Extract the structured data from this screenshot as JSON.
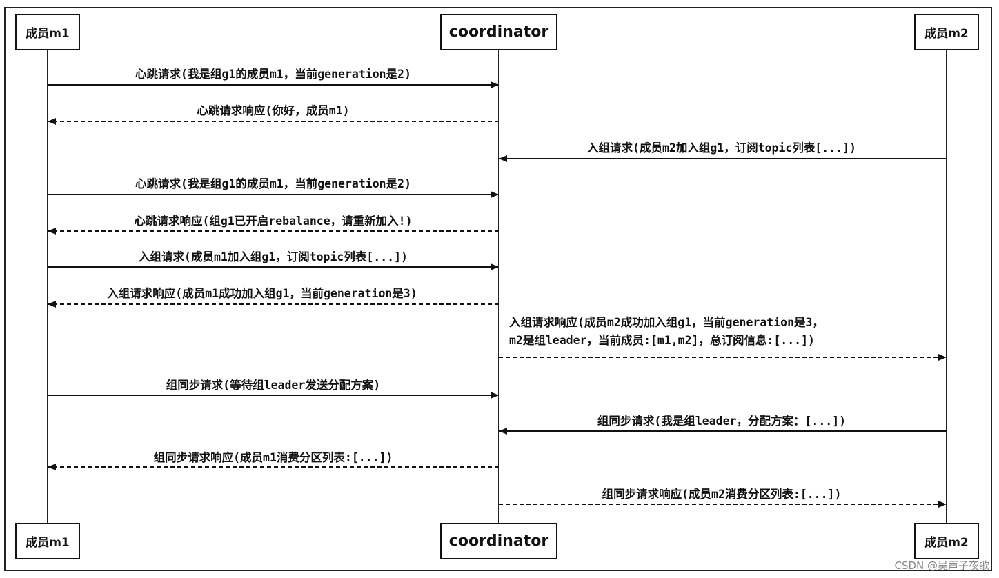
{
  "participants": {
    "m1": "成员m1",
    "coordinator": "coordinator",
    "m2": "成员m2"
  },
  "messages": [
    {
      "text": "心跳请求(我是组g1的成员m1，当前generation是2)",
      "from": "m1",
      "to": "coordinator",
      "style": "solid"
    },
    {
      "text": "心跳请求响应(你好，成员m1)",
      "from": "coordinator",
      "to": "m1",
      "style": "dashed"
    },
    {
      "text": "入组请求(成员m2加入组g1，订阅topic列表[...])",
      "from": "m2",
      "to": "coordinator",
      "style": "solid"
    },
    {
      "text": "心跳请求(我是组g1的成员m1，当前generation是2)",
      "from": "m1",
      "to": "coordinator",
      "style": "solid"
    },
    {
      "text": "心跳请求响应(组g1已开启rebalance，请重新加入!)",
      "from": "coordinator",
      "to": "m1",
      "style": "dashed"
    },
    {
      "text": "入组请求(成员m1加入组g1，订阅topic列表[...])",
      "from": "m1",
      "to": "coordinator",
      "style": "solid"
    },
    {
      "text": "入组请求响应(成员m1成功加入组g1，当前generation是3)",
      "from": "coordinator",
      "to": "m1",
      "style": "dashed"
    },
    {
      "text": "入组请求响应(成员m2成功加入组g1，当前generation是3，",
      "text2": "m2是组leader，当前成员:[m1,m2]，总订阅信息:[...])",
      "from": "coordinator",
      "to": "m2",
      "style": "dashed"
    },
    {
      "text": "组同步请求(等待组leader发送分配方案)",
      "from": "m1",
      "to": "coordinator",
      "style": "solid"
    },
    {
      "text": "组同步请求(我是组leader，分配方案：[...])",
      "from": "m2",
      "to": "coordinator",
      "style": "solid"
    },
    {
      "text": "组同步请求响应(成员m1消费分区列表:[...])",
      "from": "coordinator",
      "to": "m1",
      "style": "dashed"
    },
    {
      "text": "组同步请求响应(成员m2消费分区列表:[...])",
      "from": "coordinator",
      "to": "m2",
      "style": "dashed"
    }
  ],
  "watermark": "CSDN @吴声子夜歌"
}
